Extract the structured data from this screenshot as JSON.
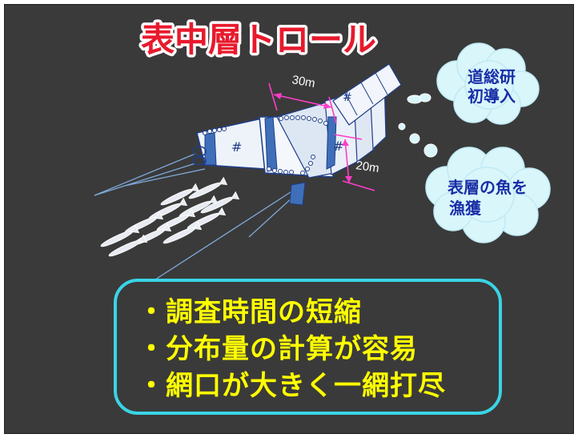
{
  "title": "表中層トロール",
  "dimensions": {
    "length": "30m",
    "height": "20m"
  },
  "bubbles": {
    "top": [
      "道総研",
      "初導入"
    ],
    "bottom": [
      "表層の魚を",
      "漁獲"
    ]
  },
  "bullets": [
    "・調査時間の短縮",
    "・分布量の計算が容易",
    "・網口が大きく一網打尽"
  ],
  "colors": {
    "background": "#3a3a3a",
    "title_fill": "#e8192c",
    "bubble_fill": "#d9f6fb",
    "bubble_text": "#1a2ea8",
    "bullet_text": "#ffff00",
    "box_border": "#39d4e6",
    "dimension_line": "#ff3cc8"
  }
}
